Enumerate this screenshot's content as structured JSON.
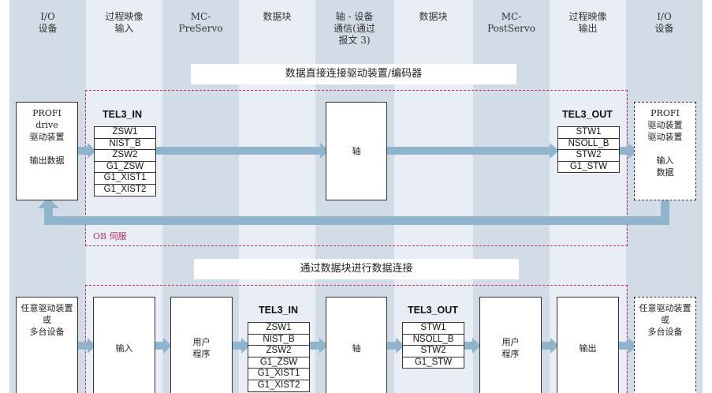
{
  "columns": [
    {
      "label": "I/O\n设备"
    },
    {
      "label": "过程映像\n输入"
    },
    {
      "label": "MC-\nPreServo"
    },
    {
      "label": "数据块"
    },
    {
      "label": "轴 - 设备\n通信(通过\n报文 3)"
    },
    {
      "label": "数据块"
    },
    {
      "label": "MC-\nPostServo"
    },
    {
      "label": "过程映像\n输出"
    },
    {
      "label": "I/O\n设备"
    }
  ],
  "top_section": {
    "banner": "数据直接连接驱动装置/编码器",
    "ob_label": "OB 伺服",
    "left_device": "PROFI\ndrive\n驱动装置\n\n输出数据",
    "tel_in_title": "TEL3_IN",
    "tel_in_regs": [
      "ZSW1",
      "NIST_B",
      "ZSW2",
      "G1_ZSW",
      "G1_XIST1",
      "G1_XIST2"
    ],
    "axis": "轴",
    "tel_out_title": "TEL3_OUT",
    "tel_out_regs": [
      "STW1",
      "NSOLL_B",
      "STW2",
      "G1_STW"
    ],
    "right_device": "PROFI\n驱动装置\n驱动装置\n\n输入\n数据"
  },
  "bottom_section": {
    "banner": "通过数据块进行数据连接",
    "left_device": "任意驱动装置\n或\n多台设备",
    "input": "输入",
    "user_prog_1": "用户\n程序",
    "tel_in_title": "TEL3_IN",
    "tel_in_regs": [
      "ZSW1",
      "NIST_B",
      "ZSW2",
      "G1_ZSW",
      "G1_XIST1",
      "G1_XIST2"
    ],
    "axis": "轴",
    "tel_out_title": "TEL3_OUT",
    "tel_out_regs": [
      "STW1",
      "NSOLL_B",
      "STW2",
      "G1_STW"
    ],
    "user_prog_2": "用户\n程序",
    "output": "输出",
    "right_device": "任意驱动装置\n或\n多台设备"
  },
  "colors": {
    "arrow": "#8fb4cc",
    "dashed_border": "#c0306a",
    "column_dark": "#d2dce6",
    "column_light": "#e8eef4"
  }
}
